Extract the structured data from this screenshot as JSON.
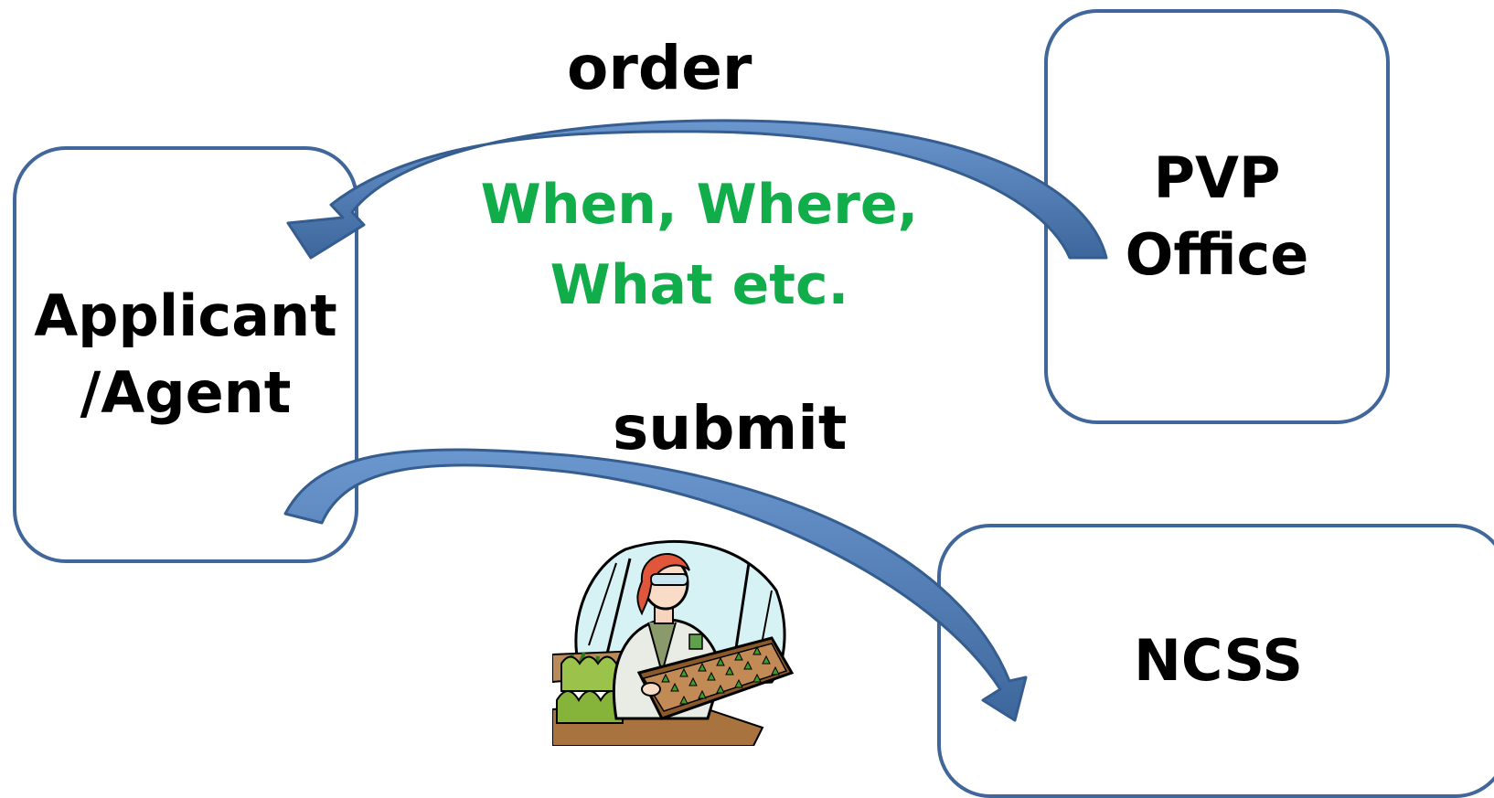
{
  "boxes": {
    "applicant": "Applicant\n/Agent",
    "pvp": "PVP\nOffice",
    "ncss": "NCSS"
  },
  "labels": {
    "order": "order",
    "info": "When, Where,\nWhat etc.",
    "submit": "submit"
  },
  "colors": {
    "box_border": "#41679a",
    "arrow_fill": "#4f7fbd",
    "info_text": "#10ad4a"
  },
  "icons": {
    "clipart": "woman-with-seedling-tray"
  }
}
